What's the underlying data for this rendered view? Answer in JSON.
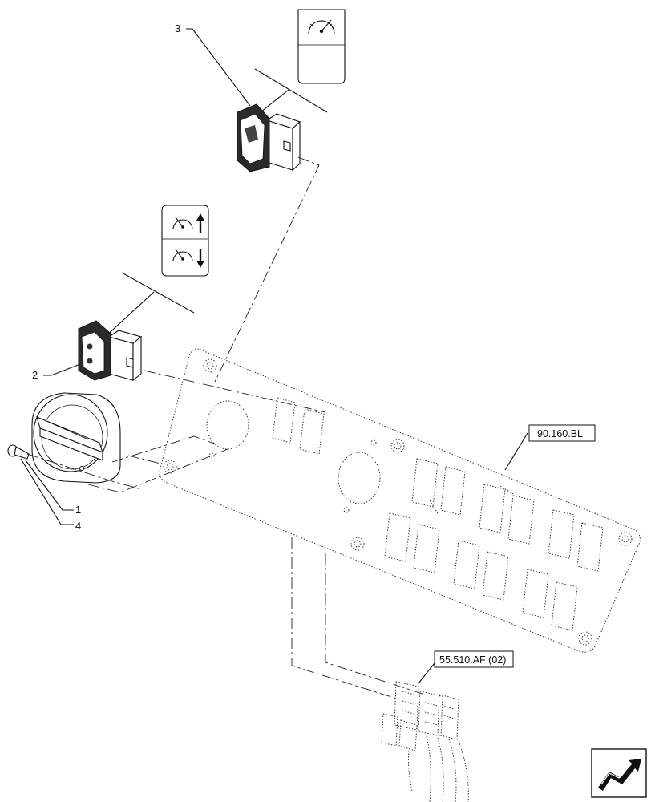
{
  "callouts": {
    "item_1": "1",
    "item_2": "2",
    "item_3": "3",
    "item_4": "4"
  },
  "references": {
    "panel_ref": "90.160.BL",
    "harness_ref": "55.510.AF (02)"
  },
  "icons": {
    "switch_3_symbol": "gauge-pointer-icon",
    "switch_2_upper_symbol": "gauge-up-arrow-icon",
    "switch_2_lower_symbol": "gauge-down-arrow-icon",
    "nav_symbol": "next-page-arrow-icon"
  }
}
